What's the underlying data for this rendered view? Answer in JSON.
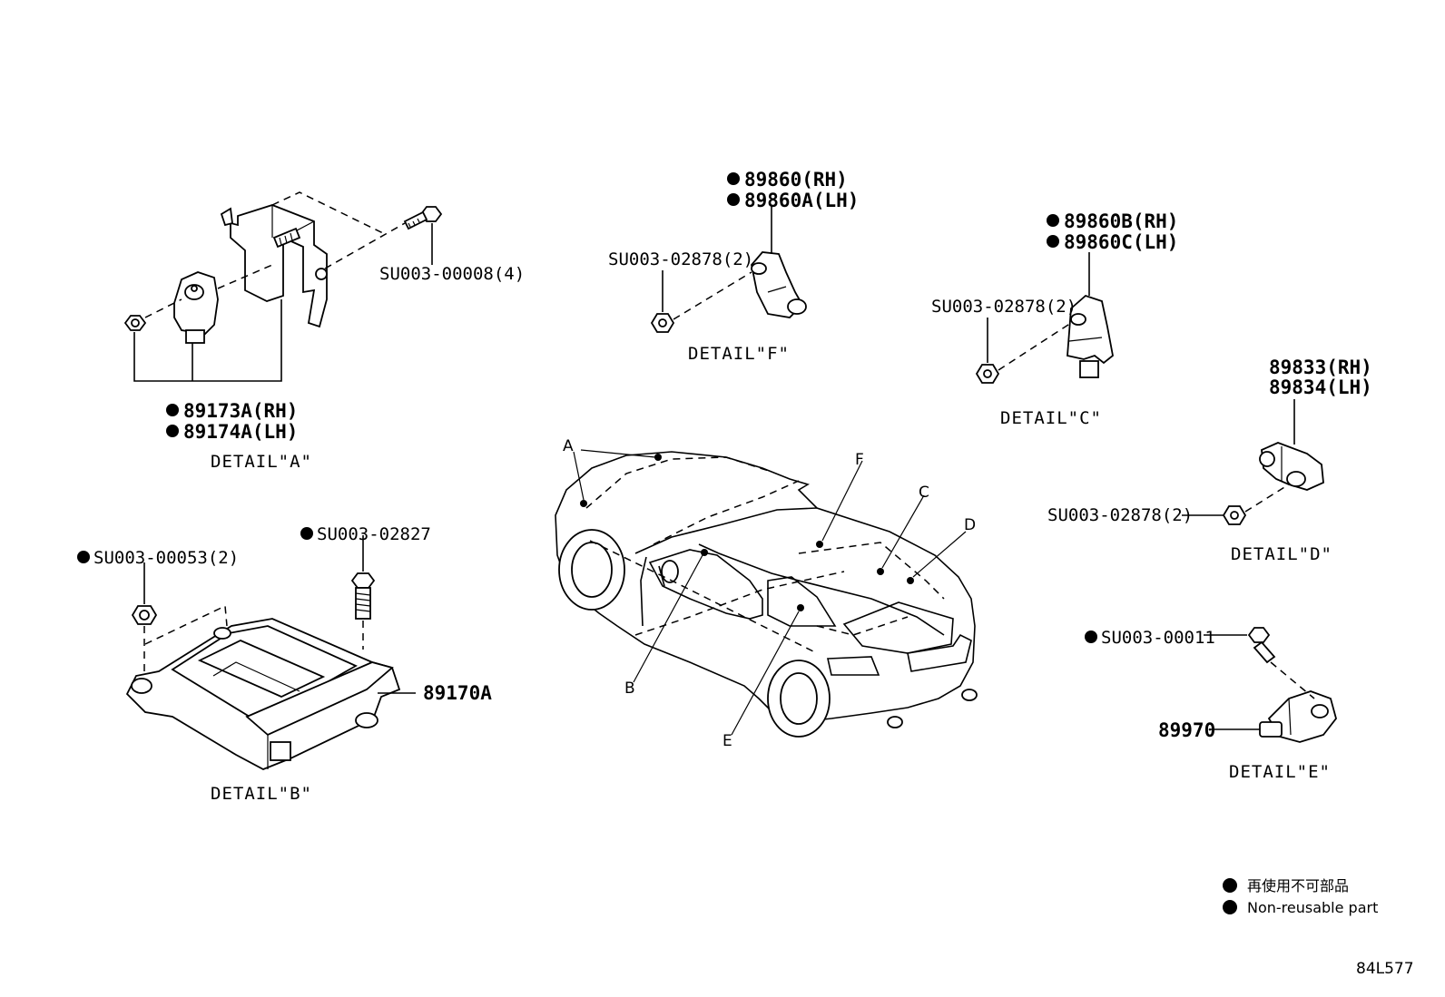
{
  "detail_a": {
    "part_rh": "89173A(RH)",
    "part_lh": "89174A(LH)",
    "bolt": "SU003-00008(4)",
    "title": "DETAIL\"A\""
  },
  "detail_b": {
    "nut": "SU003-00053(2)",
    "bolt": "SU003-02827",
    "part": "89170A",
    "title": "DETAIL\"B\""
  },
  "detail_c": {
    "part_rh": "89860B(RH)",
    "part_lh": "89860C(LH)",
    "nut": "SU003-02878(2)",
    "title": "DETAIL\"C\""
  },
  "detail_d": {
    "part_rh": "89833(RH)",
    "part_lh": "89834(LH)",
    "nut": "SU003-02878(2)",
    "title": "DETAIL\"D\""
  },
  "detail_e": {
    "bolt": "SU003-00011",
    "part": "89970",
    "title": "DETAIL\"E\""
  },
  "detail_f": {
    "part_rh": "89860(RH)",
    "part_lh": "89860A(LH)",
    "nut": "SU003-02878(2)",
    "title": "DETAIL\"F\""
  },
  "car_callouts": [
    "A",
    "B",
    "C",
    "D",
    "E",
    "F"
  ],
  "legend": {
    "jp": "再使用不可部品",
    "en": "Non-reusable part"
  },
  "diagram_code": "84L577"
}
